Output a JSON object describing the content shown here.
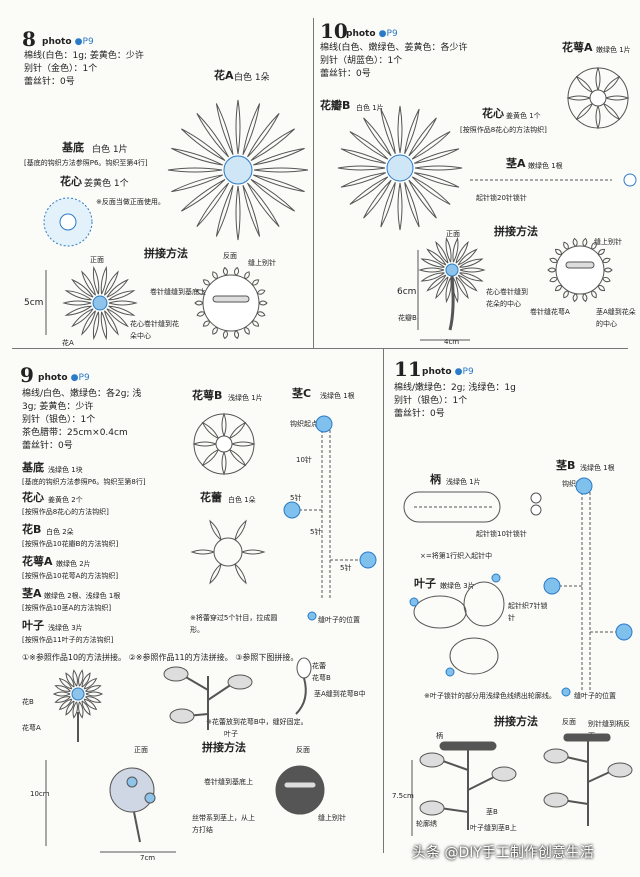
{
  "s8": {
    "num": "8",
    "photo": "photo",
    "p": "P9",
    "lines": [
      "棉线(白色：1g; 姜黄色：少许",
      "别针（金色）：1个",
      "蕾丝针：0号"
    ],
    "flower_a": "花A",
    "flower_a_note": "白色 1朵",
    "base": "基底",
    "base_note": "白色 1片",
    "base_sub": "[基底的钩织方法参照P6。钩织至第4行]",
    "center": "花心",
    "center_note": "姜黄色 1个",
    "center_sub": "※反面当做正面使用。",
    "assembly": "拼接方法",
    "front": "正面",
    "back": "反面",
    "pin": "缝上别针",
    "dim": "5cm",
    "flower_a2": "花A",
    "step1": "卷针缝缝到基底上",
    "step2": "花心卷针缝到花朵中心"
  },
  "s10": {
    "num": "10",
    "photo": "photo",
    "p": "P9",
    "lines": [
      "棉线(白色、嫩绿色、姜黄色：各少许",
      "别针（胡蓝色）：1个",
      "蕾丝针：0号"
    ],
    "calyx": "花萼A",
    "calyx_note": "嫩绿色 1片",
    "petal_b": "花瓣B",
    "petal_b_note": "白色 1片",
    "center": "花心",
    "center_note": "姜黄色 1个",
    "center_sub": "[按照作品8花心的方法钩织]",
    "stem": "茎A",
    "stem_note": "嫩绿色 1根",
    "stem_sub": "起针锁20针锁针",
    "assembly": "拼接方法",
    "front": "正面",
    "pin": "缝上别针",
    "dim": "6cm",
    "dim2": "4cm",
    "petal_b2": "花瓣B",
    "step1": "花心卷针缝到花朵的中心",
    "step2": "卷针缝花萼A",
    "step3": "茎A缝到花朵的中心"
  },
  "s9": {
    "num": "9",
    "photo": "photo",
    "p": "P9",
    "lines": [
      "棉线/白色、嫩绿色：各2g; 浅",
      "3g; 姜黄色：少许",
      "别针（银色）：1个",
      "茶色腊带：25cm×0.4cm",
      "蕾丝针：0号"
    ],
    "base": "基底",
    "base_note": "浅绿色 1块",
    "base_sub": "[基底的钩织方法参照P6。钩织至第8行]",
    "center": "花心",
    "center_note": "姜黄色 2个",
    "center_sub": "[按照作品8花心的方法钩织]",
    "flower": "花B",
    "flower_note": "白色 2朵",
    "flower_sub": "[按照作品10花瓣B的方法钩织]",
    "calyx": "花萼A",
    "calyx_note": "嫩绿色 2片",
    "calyx_sub": "[按照作品10花萼A的方法钩织]",
    "stem": "茎A",
    "stem_note": "嫩绿色 2根、浅绿色 1根",
    "stem_sub": "[按照作品10茎A的方法钩织]",
    "leaf": "叶子",
    "leaf_note": "浅绿色 3片",
    "leaf_sub": "[按照作品11叶子的方法钩织]",
    "calyx_b": "花萼B",
    "calyx_b_note": "浅绿色 1片",
    "stem_c": "茎C",
    "stem_c_note": "浅绿色 1根",
    "stem_c_sub": "钩织起点",
    "bud": "花蕾",
    "bud_note": "白色 1朵",
    "bud_sub": "※将蕾穿过5个针目，拉成圆形。",
    "leaf_pos": "缝叶子的位置",
    "steps": "①※参照作品10的方法拼接。   ②※参照作品11的方法拼接。   ③参照下图拼接。",
    "note_bottom": "※花蕾放到花萼B中，缝好固定。",
    "assembly": "拼接方法",
    "front": "正面",
    "back": "反面",
    "pin": "缝上别针",
    "dim": "10cm",
    "dim2": "7cm",
    "bud2": "花蕾",
    "calyx_b2": "花萼B",
    "stitch": "茎A缝到花萼B中",
    "leaf2": "叶子",
    "flower_b": "花B",
    "calyx_a": "花萼A",
    "base_step": "卷针缝到基底上",
    "base_step2": "丝带系到茎上，从上方打结",
    "rows": "5针",
    "rows2": "10针"
  },
  "s11": {
    "num": "11",
    "photo": "photo",
    "p": "P9",
    "lines": [
      "棉线/嫩绿色：2g; 浅绿色：1g",
      "别针（银色）：1个",
      "蕾丝针：0号"
    ],
    "handle": "柄",
    "handle_note": "浅绿色 1片",
    "handle_sub": "起针锁10针锁针",
    "stem_b": "茎B",
    "stem_b_note": "浅绿色 1根",
    "stem_b_sub": "钩织起点",
    "mark": "×=将第1行织入起针中",
    "leaf": "叶子",
    "leaf_note": "嫩绿色 3片",
    "leaf_sub": "起针织7针锁针",
    "note1": "※叶子锁针的部分用浅绿色线绣出轮廓线。",
    "leaf_pos": "缝叶子的位置",
    "assembly": "拼接方法",
    "back": "反面",
    "pin": "别针缝到柄反面",
    "handle2": "柄",
    "dim": "7.5cm",
    "stem2": "茎B",
    "outline": "轮廓绣",
    "leaf_step": "叶子缝到茎B上"
  },
  "watermark": "头条 @DIY手工制作创意生活",
  "colors": {
    "accent": "#2b7bc6",
    "line": "#555555"
  }
}
